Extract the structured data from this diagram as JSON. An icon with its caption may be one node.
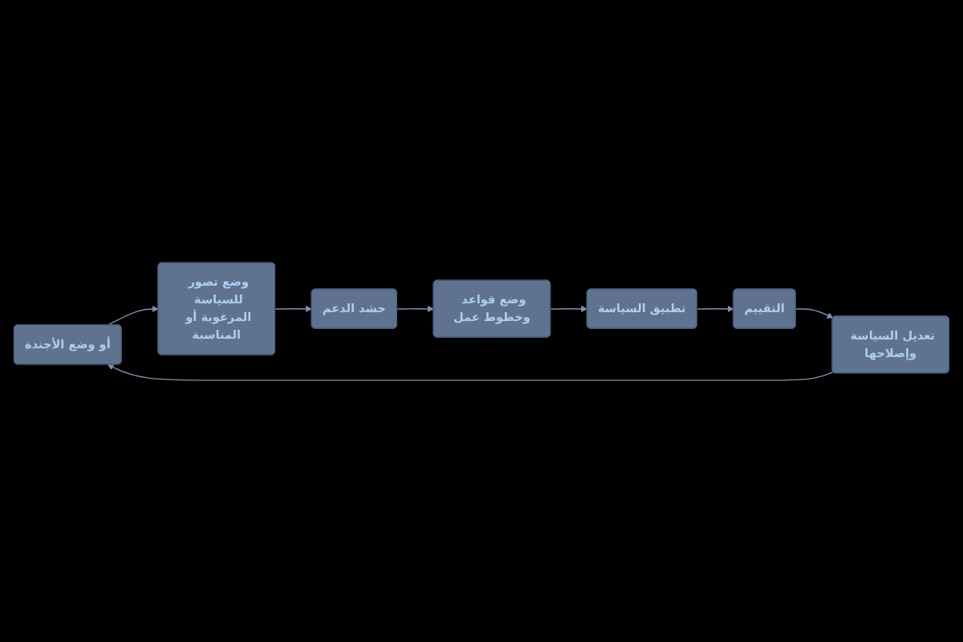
{
  "diagram": {
    "nodes": [
      {
        "text": [
          "أو وضع الأجندة"
        ]
      },
      {
        "text": [
          "وضع تصور للسياسة المرغوبة أو المناسبة"
        ]
      },
      {
        "text": [
          "حشد الدعم"
        ]
      },
      {
        "text": [
          "وضع قواعد وخطوط عمل"
        ]
      },
      {
        "text": [
          "تطبيق السياسة"
        ]
      },
      {
        "text": [
          "التقييم"
        ]
      },
      {
        "text": [
          "تعديل السياسة وإصلاحها"
        ]
      }
    ],
    "edges": [
      {
        "from": 0,
        "to": 1,
        "arrow": "to"
      },
      {
        "from": 1,
        "to": 2,
        "arrow": "to"
      },
      {
        "from": 2,
        "to": 3,
        "arrow": "to"
      },
      {
        "from": 3,
        "to": 4,
        "arrow": "to"
      },
      {
        "from": 4,
        "to": 5,
        "arrow": "to"
      },
      {
        "from": 5,
        "to": 6,
        "arrow": "to"
      },
      {
        "from": 6,
        "to": 0,
        "arrow": "to"
      }
    ]
  }
}
